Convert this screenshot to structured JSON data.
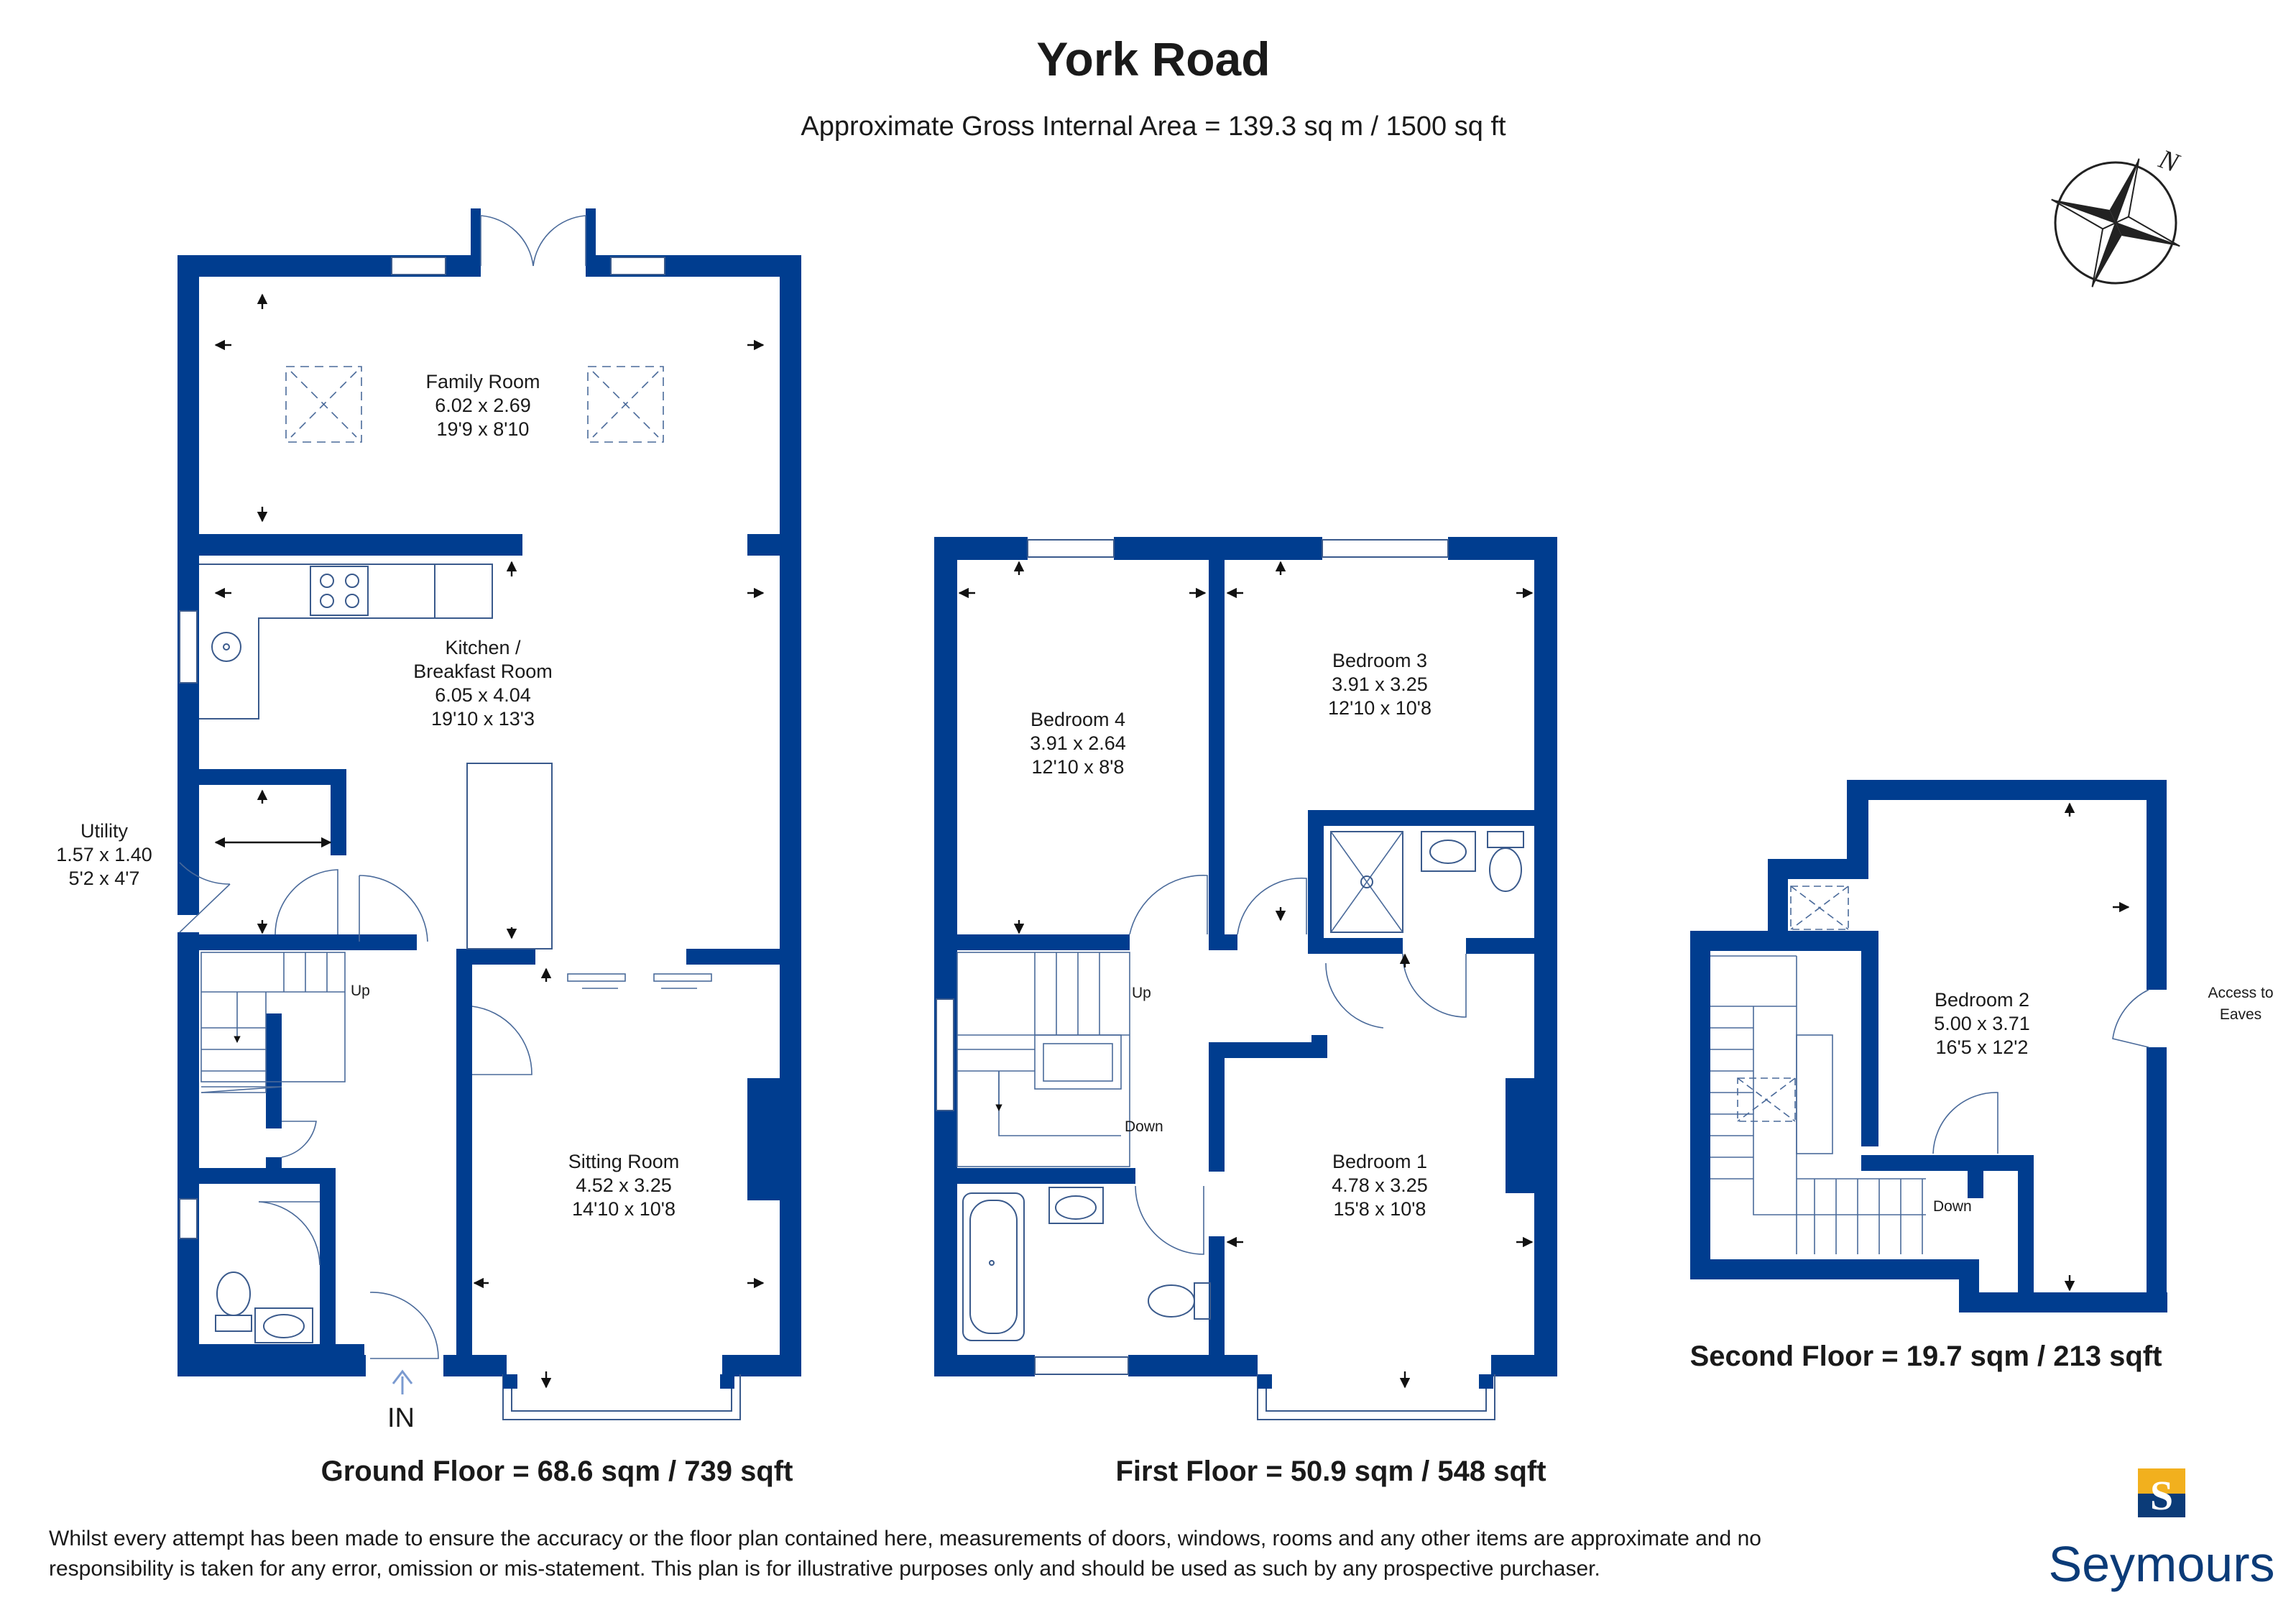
{
  "header": {
    "title": "York Road",
    "subtitle": "Approximate Gross Internal Area = 139.3 sq m / 1500 sq ft"
  },
  "compass": {
    "north_label": "N",
    "icon": "compass-rose-icon"
  },
  "floors": {
    "ground": {
      "summary": "Ground Floor = 68.6 sqm / 739 sqft",
      "rooms": {
        "family": {
          "name": "Family Room",
          "metric": "6.02 x 2.69",
          "imperial": "19'9 x 8'10"
        },
        "kitchen": {
          "name_line1": "Kitchen /",
          "name_line2": "Breakfast Room",
          "metric": "6.05 x 4.04",
          "imperial": "19'10 x 13'3"
        },
        "utility": {
          "name": "Utility",
          "metric": "1.57 x 1.40",
          "imperial": "5'2 x 4'7"
        },
        "sitting": {
          "name": "Sitting Room",
          "metric": "4.52 x 3.25",
          "imperial": "14'10 x 10'8"
        }
      },
      "up_label": "Up",
      "entrance_label": "IN"
    },
    "first": {
      "summary": "First Floor = 50.9 sqm / 548 sqft",
      "rooms": {
        "bedroom4": {
          "name": "Bedroom 4",
          "metric": "3.91 x 2.64",
          "imperial": "12'10 x 8'8"
        },
        "bedroom3": {
          "name": "Bedroom 3",
          "metric": "3.91 x 3.25",
          "imperial": "12'10 x 10'8"
        },
        "bedroom1": {
          "name": "Bedroom 1",
          "metric": "4.78 x 3.25",
          "imperial": "15'8 x 10'8"
        }
      },
      "up_label": "Up",
      "down_label": "Down"
    },
    "second": {
      "summary": "Second Floor = 19.7 sqm / 213 sqft",
      "rooms": {
        "bedroom2": {
          "name": "Bedroom 2",
          "metric": "5.00 x 3.71",
          "imperial": "16'5 x 12'2"
        }
      },
      "eaves_line1": "Access to",
      "eaves_line2": "Eaves",
      "down_label": "Down"
    }
  },
  "disclaimer": {
    "line1": "Whilst every attempt has been made to ensure the accuracy or the floor plan contained here, measurements of doors, windows, rooms and any other items are approximate and no",
    "line2": "responsibility is taken for any error, omission or mis-statement. This plan is for illustrative purposes only and should be used as such by any prospective purchaser."
  },
  "brand": {
    "name": "Seymours",
    "logo_letter": "S"
  },
  "colors": {
    "wall": "#003d8f",
    "brand_blue": "#0b3b78",
    "brand_gold": "#f2b01e"
  }
}
